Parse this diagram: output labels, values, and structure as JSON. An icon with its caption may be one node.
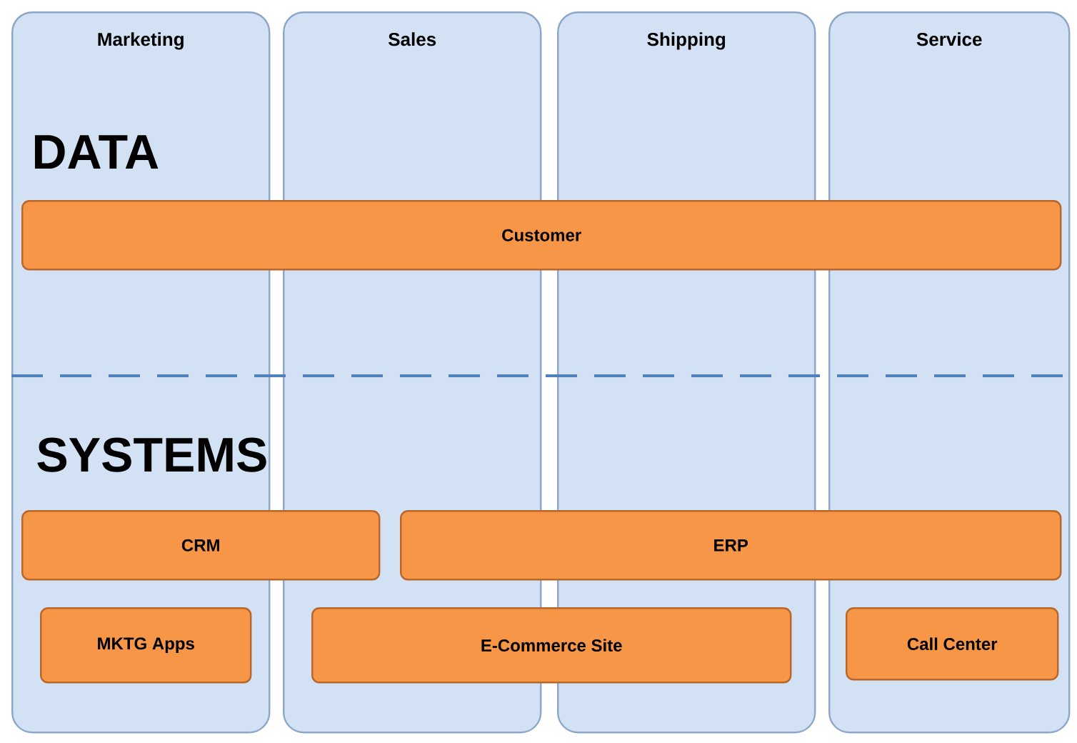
{
  "diagram": {
    "nodes": [
      {
        "text": [
          "Marketing"
        ]
      },
      {
        "text": [
          "Sales"
        ]
      },
      {
        "text": [
          "Shipping"
        ]
      },
      {
        "text": [
          "Service"
        ]
      },
      {
        "text": [
          "Customer"
        ]
      },
      {
        "text": [
          "CRM"
        ]
      },
      {
        "text": [
          "ERP"
        ]
      },
      {
        "text": [
          "MKTG Apps"
        ],
        "in": 0
      },
      {
        "text": [
          "E-Commerce Site"
        ]
      },
      {
        "text": [
          "Call Center"
        ],
        "in": 3
      }
    ],
    "labels": [
      "DATA",
      "SYSTEMS"
    ]
  }
}
